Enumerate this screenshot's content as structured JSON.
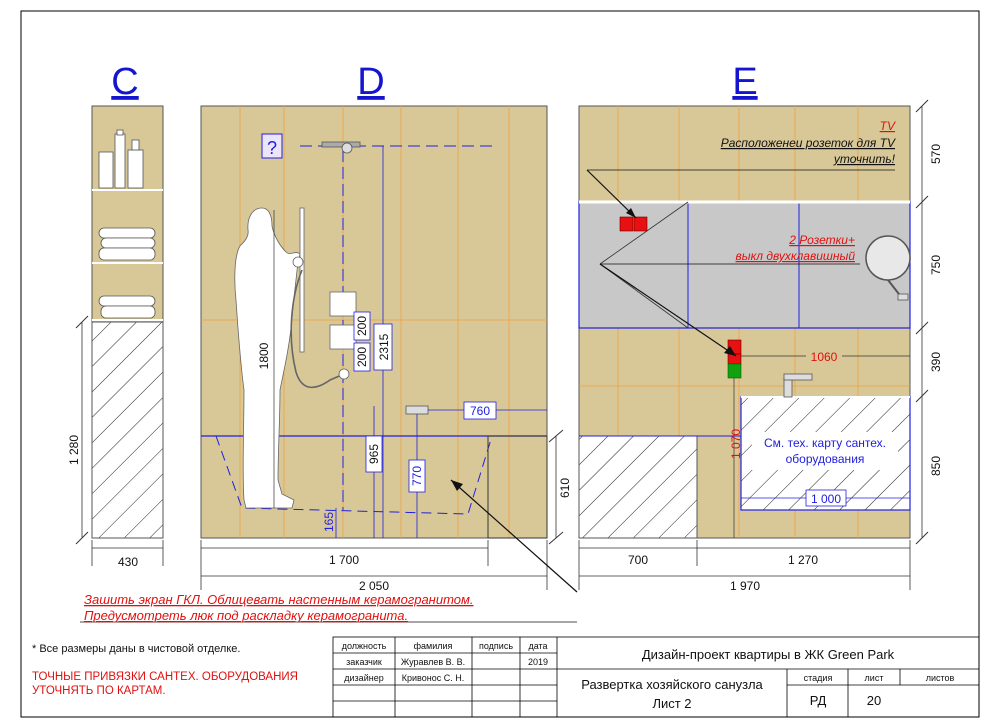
{
  "panels": {
    "c": {
      "letter": "C"
    },
    "d": {
      "letter": "D"
    },
    "e": {
      "letter": "E"
    }
  },
  "colors": {
    "wall": "#d8c898",
    "tile_line": "#f0a040",
    "blue_line": "#2020e0",
    "red_text": "#e01010",
    "cabinet_gray": "#c8c8c8",
    "socket_red": "#e81010",
    "socket_green": "#10a010"
  },
  "icons": [
    "bottles-icon",
    "towels-icon",
    "person-silhouette-icon",
    "shower-head-icon",
    "mirror-icon",
    "faucet-icon",
    "question-mark-icon"
  ],
  "dims": {
    "c_height": "1 280",
    "c_width": "430",
    "d_person": "1800",
    "d_shower": "2315",
    "d_mixer_a": "200",
    "d_mixer_b": "200",
    "d_965": "965",
    "d_770": "770",
    "d_165": "165",
    "d_760": "760",
    "d_1700": "1 700",
    "d_2050": "2 050",
    "d_610": "610",
    "e_700": "700",
    "e_1270": "1 270",
    "e_1970": "1 970",
    "e_570": "570",
    "e_750": "750",
    "e_390": "390",
    "e_850": "850",
    "e_1060": "1060",
    "e_1070": "1 070",
    "e_1000": "1 000"
  },
  "notes": {
    "tv": "TV",
    "tv_sockets_1": "Расположенеи розеток для TV",
    "tv_sockets_2": "уточнить!",
    "sockets_1": "2 Розетки+",
    "sockets_2": "выкл двухклавишный",
    "question": "?",
    "plumbing_1": "См. тех. карту сантех.",
    "plumbing_2": "оборудования",
    "screen_1": "Зашить экран ГКЛ. Облицевать настенным керамогранитом.",
    "screen_2": "Предусмотреть люк под раскладку керамогранита.",
    "finish_note": "* Все размеры даны в чистовой отделке.",
    "exact_1": "ТОЧНЫЕ ПРИВЯЗКИ САНТЕХ. ОБОРУДОВАНИЯ",
    "exact_2": "УТОЧНЯТЬ ПО КАРТАМ."
  },
  "stamp": {
    "headers": {
      "position": "должность",
      "surname": "фамилия",
      "signature": "подпись",
      "date": "дата"
    },
    "row1": {
      "position": "заказчик",
      "surname": "Журавлев В. В.",
      "date": "2019"
    },
    "row2": {
      "position": "дизайнер",
      "surname": "Кривонос С. Н."
    },
    "project": "Дизайн-проект квартиры в ЖК Green Park",
    "sheet_title": "Развертка хозяйского санузла",
    "sheet_name": "Лист 2",
    "stage_label": "стадия",
    "sheet_label": "лист",
    "sheets_label": "листов",
    "stage_value": "РД",
    "sheet_value": "20"
  }
}
